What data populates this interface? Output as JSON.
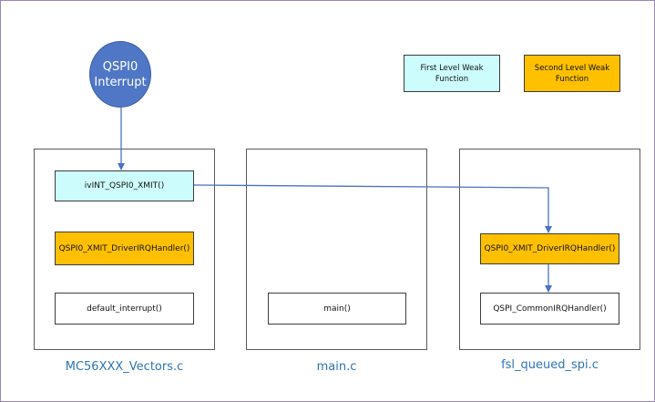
{
  "interrupt_node": {
    "line1": "QSPI0",
    "line2": "Interrupt"
  },
  "legend": {
    "first_level": {
      "line1": "First Level Weak",
      "line2": "Function"
    },
    "second_level": {
      "line1": "Second Level Weak",
      "line2": "Function"
    }
  },
  "files": {
    "vectors": {
      "label": "MC56XXX_Vectors.c",
      "handler_first": "ivINT_QSPI0_XMIT()",
      "handler_second": "QSPI0_XMIT_DriverIRQHandler()",
      "default": "default_interrupt()"
    },
    "main": {
      "label": "main.c",
      "function": "main()"
    },
    "queued_spi": {
      "label": "fsl_queued_spi.c",
      "driver_handler": "QSPI0_XMIT_DriverIRQHandler()",
      "common_handler": "QSPI_CommonIRQHandler()"
    }
  },
  "colors": {
    "first_level": "#ccfcfc",
    "second_level": "#ffc000",
    "interrupt_node": "#4f77c6",
    "connector": "#4a72c4",
    "file_label": "#2e75b6"
  }
}
